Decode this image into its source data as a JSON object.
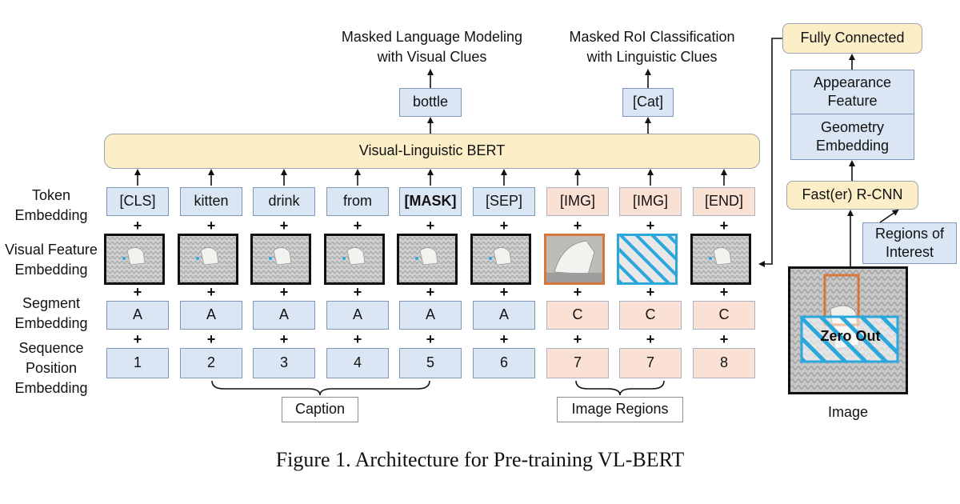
{
  "head_labels": {
    "mlm": [
      "Masked Language Modeling",
      "with Visual Clues"
    ],
    "mrc": [
      "Masked RoI Classification",
      "with Linguistic Clues"
    ]
  },
  "outputs": {
    "mlm": "bottle",
    "mrc": "[Cat]"
  },
  "bert_label": "Visual-Linguistic BERT",
  "row_labels": {
    "token": [
      "Token",
      "Embedding"
    ],
    "visual": [
      "Visual Feature",
      "Embedding"
    ],
    "segment": [
      "Segment",
      "Embedding"
    ],
    "position": [
      "Sequence",
      "Position",
      "Embedding"
    ]
  },
  "tokens": [
    "[CLS]",
    "kitten",
    "drink",
    "from",
    "[MASK]",
    "[SEP]",
    "[IMG]",
    "[IMG]",
    "[END]"
  ],
  "segments": [
    "A",
    "A",
    "A",
    "A",
    "A",
    "A",
    "C",
    "C",
    "C"
  ],
  "positions": [
    "1",
    "2",
    "3",
    "4",
    "5",
    "6",
    "7",
    "7",
    "8"
  ],
  "plus_sign": "+",
  "group_labels": {
    "caption": "Caption",
    "image_regions": "Image Regions"
  },
  "right_panel": {
    "fully_connected": "Fully Connected",
    "appearance": [
      "Appearance",
      "Feature"
    ],
    "geometry": [
      "Geometry",
      "Embedding"
    ],
    "rcnn": "Fast(er) R-CNN",
    "roi": [
      "Regions of",
      "Interest"
    ],
    "zero_out": "Zero Out",
    "image_label": "Image"
  },
  "figure_caption": "Figure 1. Architecture for Pre-training VL-BERT",
  "colors": {
    "blue_fill": "#dbe6f4",
    "pink_fill": "#fbe1d4",
    "yellow_fill": "#fcefc7",
    "roi_orange": "#d9773a",
    "zero_out_cyan": "#2aa8dc"
  }
}
